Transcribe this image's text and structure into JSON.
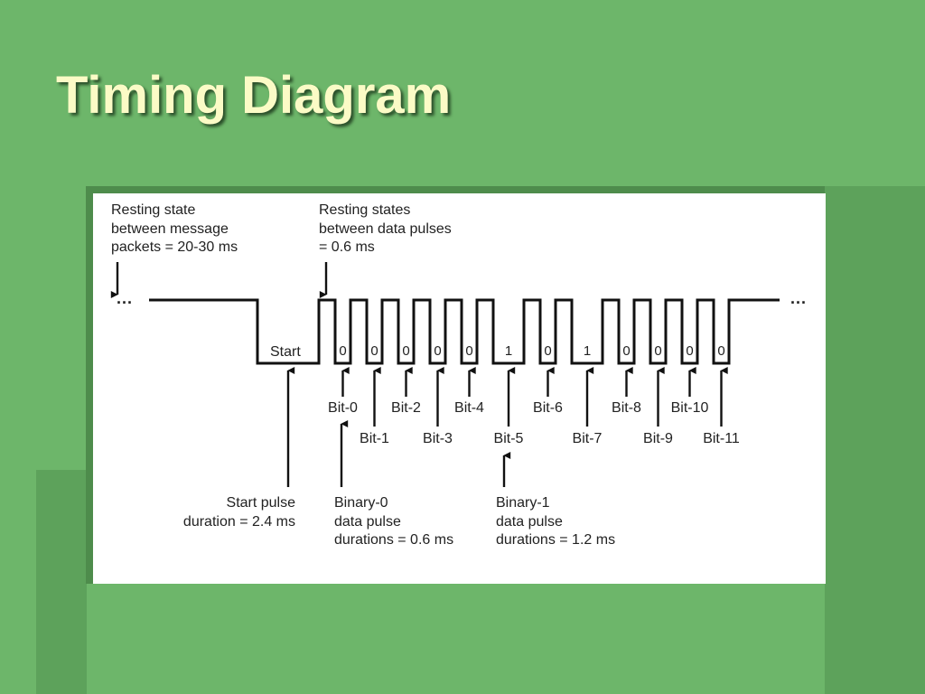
{
  "slide": {
    "title": "Timing Diagram"
  },
  "diagram": {
    "resting_packets": [
      "Resting state",
      "between message",
      "packets = 20-30 ms"
    ],
    "resting_pulses": [
      "Resting states",
      "between data pulses",
      "=  0.6 ms"
    ],
    "start_label": "Start",
    "start_pulse": [
      "Start pulse",
      "duration =  2.4 ms"
    ],
    "binary0": [
      "Binary-0",
      "data pulse",
      "durations = 0.6 ms"
    ],
    "binary1": [
      "Binary-1",
      "data pulse",
      "durations = 1.2 ms"
    ],
    "ellipsis": "...",
    "bits": [
      {
        "value": "0",
        "label": "Bit-0"
      },
      {
        "value": "0",
        "label": "Bit-1"
      },
      {
        "value": "0",
        "label": "Bit-2"
      },
      {
        "value": "0",
        "label": "Bit-3"
      },
      {
        "value": "0",
        "label": "Bit-4"
      },
      {
        "value": "1",
        "label": "Bit-5"
      },
      {
        "value": "0",
        "label": "Bit-6"
      },
      {
        "value": "1",
        "label": "Bit-7"
      },
      {
        "value": "0",
        "label": "Bit-8"
      },
      {
        "value": "0",
        "label": "Bit-9"
      },
      {
        "value": "0",
        "label": "Bit-10"
      },
      {
        "value": "0",
        "label": "Bit-11"
      }
    ]
  }
}
